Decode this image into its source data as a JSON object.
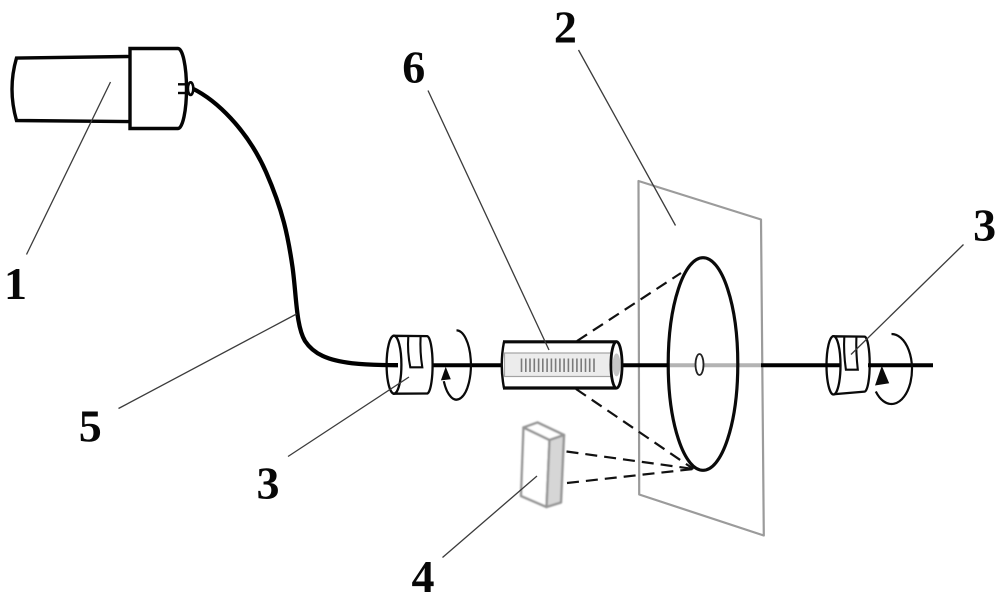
{
  "figure": {
    "kind": "optical-fiber-measurement-setup-diagram",
    "background": "#ffffff",
    "colors": {
      "ink": "#000000",
      "screen_outline": "#9b9b9b",
      "axis_gray": "#b3b3b3",
      "band_fill": "#ececec",
      "band_outline": "#a3a3a3",
      "tick": "#7a7a7a",
      "box_outline": "#a6a6a6",
      "box_side_fill": "#d6d6d6",
      "leader": "#3b3b3b"
    },
    "labels": {
      "laser": {
        "text": "1"
      },
      "screen": {
        "text": "2"
      },
      "rotator_left": {
        "text": "3"
      },
      "rotator_right": {
        "text": "3"
      },
      "detector": {
        "text": "4"
      },
      "fiber": {
        "text": "5"
      },
      "grating": {
        "text": "6"
      }
    }
  }
}
